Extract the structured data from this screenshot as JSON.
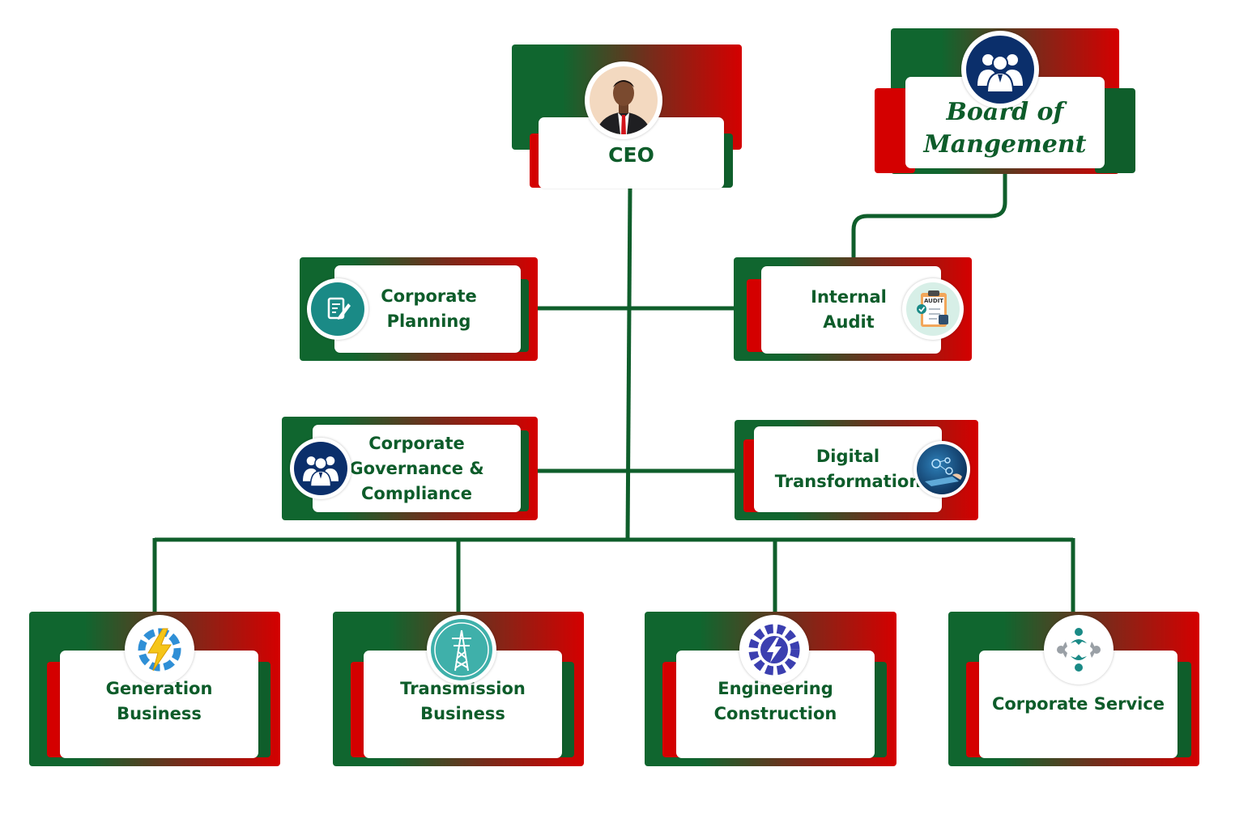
{
  "colors": {
    "green": "#10662f",
    "red": "#d40000",
    "connector": "#0f5e2b",
    "text": "#0d5c2a",
    "navy": "#0b2f6b",
    "teal": "#1a8a86"
  },
  "nodes": {
    "ceo": {
      "label": "CEO",
      "icon": "person-photo-icon"
    },
    "board": {
      "line1": "Board of",
      "line2": "Mangement",
      "icon": "group-icon"
    },
    "planning": {
      "line1": "Corporate",
      "line2": "Planning",
      "icon": "document-edit-icon"
    },
    "audit": {
      "line1": "Internal",
      "line2": "Audit",
      "icon": "audit-clipboard-icon",
      "icon_text": "AUDIT"
    },
    "governance": {
      "line1": "Corporate",
      "line2": "Governance &",
      "line3": "Compliance",
      "icon": "group-icon"
    },
    "digital": {
      "line1": "Digital",
      "line2": "Transformation",
      "icon": "digital-tech-icon"
    },
    "generation": {
      "line1": "Generation",
      "line2": "Business",
      "icon": "lightning-gear-icon"
    },
    "transmission": {
      "line1": "Transmission",
      "line2": "Business",
      "icon": "power-tower-icon"
    },
    "engineering": {
      "line1": "Engineering",
      "line2": "Construction",
      "icon": "gear-bolt-icon"
    },
    "service": {
      "label": "Corporate Service",
      "icon": "people-cycle-icon"
    }
  }
}
